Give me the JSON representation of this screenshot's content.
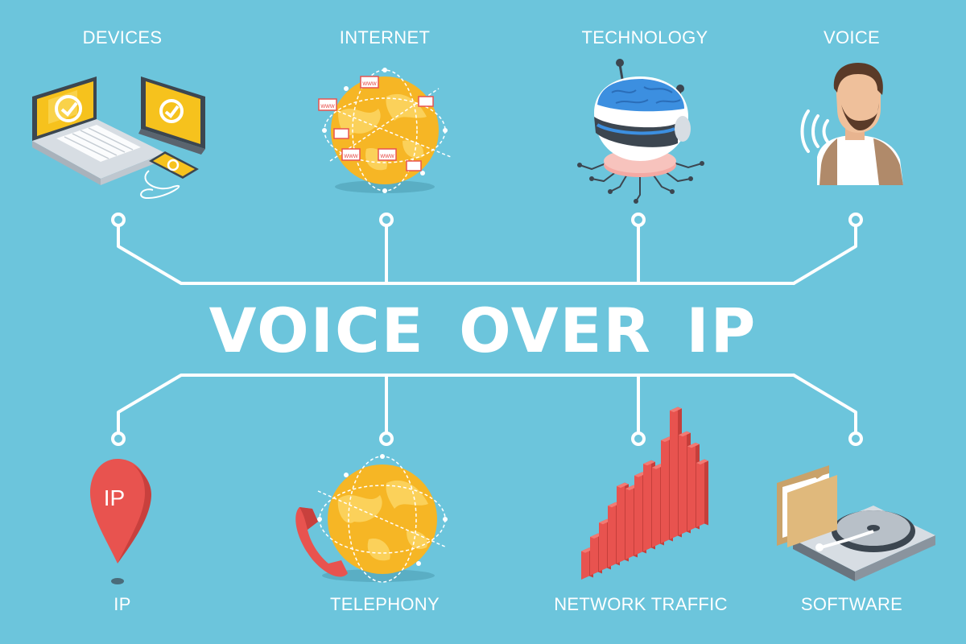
{
  "title": "VOICE OVER IP",
  "top_items": [
    {
      "label": "DEVICES",
      "icon": "devices-icon"
    },
    {
      "label": "INTERNET",
      "icon": "internet-globe-icon"
    },
    {
      "label": "TECHNOLOGY",
      "icon": "robot-brain-icon"
    },
    {
      "label": "VOICE",
      "icon": "speaking-man-icon"
    }
  ],
  "bottom_items": [
    {
      "label": "IP",
      "icon": "ip-location-pin-icon"
    },
    {
      "label": "TELEPHONY",
      "icon": "telephone-globe-icon"
    },
    {
      "label": "NETWORK TRAFFIC",
      "icon": "traffic-bar-chart-icon"
    },
    {
      "label": "SOFTWARE",
      "icon": "hard-drive-folder-icon"
    }
  ],
  "icon_text": {
    "ip_pin": "IP",
    "www": "www"
  },
  "traffic_bars": [
    0.22,
    0.3,
    0.38,
    0.48,
    0.6,
    0.55,
    0.62,
    0.68,
    0.62,
    0.8,
    1.0,
    0.78,
    0.66,
    0.5
  ],
  "colors": {
    "background": "#6cc5dc",
    "line": "#ffffff",
    "globe": "#f6b625",
    "screen": "#f6c21d",
    "accent_red": "#e8534f",
    "brain": "#3c8fe0"
  }
}
